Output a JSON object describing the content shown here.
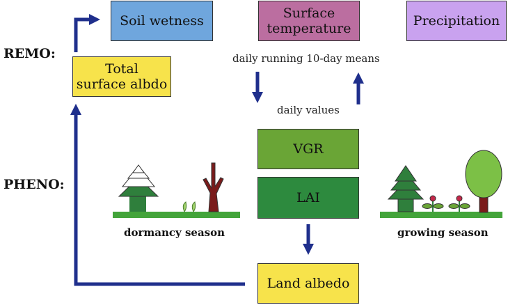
{
  "colors": {
    "arrow": "#1f2f8c",
    "soil": "#6fa6dd",
    "surface": "#bb6ea0",
    "precip": "#c9a2ef",
    "albedo": "#f7e34b",
    "vgr": "#6aa536",
    "lai": "#2d8a3e",
    "ground": "#43a43a",
    "tree_dark": "#2f7f3c",
    "tree_light": "#7cc046",
    "trunk": "#7a1b1b"
  },
  "labels": {
    "remo": "REMO:",
    "pheno": "PHENO:"
  },
  "boxes": {
    "soil_wetness": "Soil wetness",
    "surface_temp_line1": "Surface",
    "surface_temp_line2": "temperature",
    "precipitation": "Precipitation",
    "total_albedo_line1": "Total",
    "total_albedo_line2": "surface albdo",
    "vgr": "VGR",
    "lai": "LAI",
    "land_albedo": "Land albedo"
  },
  "notes": {
    "running_means": "daily running 10-day means",
    "daily_values": "daily values",
    "dormancy": "dormancy season",
    "growing": "growing season"
  }
}
